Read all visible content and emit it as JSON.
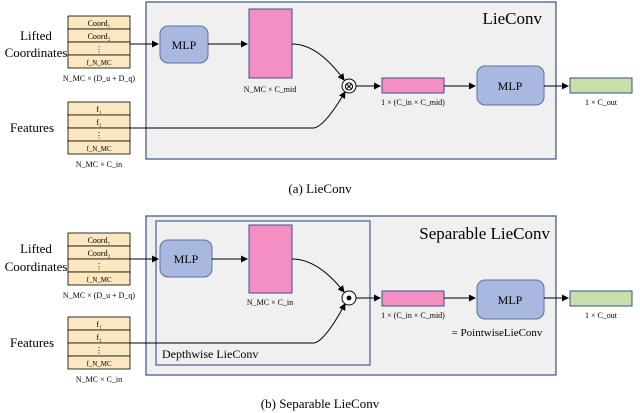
{
  "panel_a": {
    "title": "LieConv",
    "caption": "(a)  LieConv",
    "lifted_label_line1": "Lifted",
    "lifted_label_line2": "Coordinates",
    "features_label": "Features",
    "coords_cells": [
      "Coord₁",
      "Coord₂",
      "⋮",
      "f_N_MC"
    ],
    "coords_dim": "N_MC × (D_u + D_q)",
    "features_cells": [
      "f₁",
      "f₂",
      "⋮",
      "f_N_MC"
    ],
    "features_dim": "N_MC × C_in",
    "mlp1_label": "MLP",
    "pink_dim": "N_MC × C_mid",
    "op_symbol": "⊗",
    "vector_dim": "1 × (C_in × C_mid)",
    "mlp2_label": "MLP",
    "output_dim": "1 × C_out"
  },
  "panel_b": {
    "title": "Separable LieConv",
    "caption": "(b)  Separable LieConv",
    "lifted_label_line1": "Lifted",
    "lifted_label_line2": "Coordinates",
    "features_label": "Features",
    "coords_cells": [
      "Coord₁",
      "Coord₂",
      "⋮",
      "f_N_MC"
    ],
    "coords_dim": "N_MC × (D_u + D_q)",
    "features_cells": [
      "f₁",
      "f₂",
      "⋮",
      "f_N_MC"
    ],
    "features_dim": "N_MC × C_in",
    "mlp1_label": "MLP",
    "pink_dim": "N_MC × C_in",
    "op_symbol": "⊙",
    "depthwise_label": "Depthwise LieConv",
    "vector_dim": "1 × (C_in × C_mid)",
    "mlp2_label": "MLP",
    "pointwise_label": "= PointwiseLieConv",
    "output_dim": "1 × C_out"
  }
}
